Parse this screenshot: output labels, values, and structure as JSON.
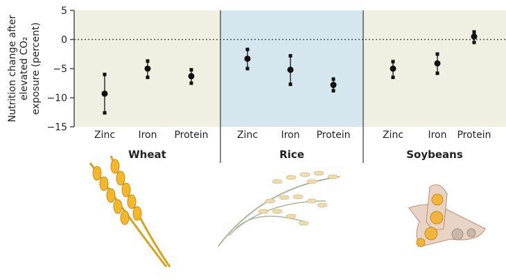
{
  "chart_data": {
    "type": "scatter",
    "ylabel_lines": [
      "Nutrition change after",
      "elevated CO₂",
      "exposure (percent)"
    ],
    "ylim": [
      -15,
      5
    ],
    "yticks": [
      "5",
      "0",
      "−5",
      "−10",
      "−15"
    ],
    "ytick_values": [
      5,
      0,
      -5,
      -10,
      -15
    ],
    "groups": [
      {
        "name": "Wheat",
        "color": "#f1eee2",
        "items": [
          {
            "label": "Zinc",
            "value": -9.3,
            "low": -12.6,
            "high": -6.0
          },
          {
            "label": "Iron",
            "value": -5.0,
            "low": -6.5,
            "high": -3.7
          },
          {
            "label": "Protein",
            "value": -6.3,
            "low": -7.5,
            "high": -5.2
          }
        ]
      },
      {
        "name": "Rice",
        "color": "#d5e6ef",
        "items": [
          {
            "label": "Zinc",
            "value": -3.3,
            "low": -5.0,
            "high": -1.7
          },
          {
            "label": "Iron",
            "value": -5.2,
            "low": -7.7,
            "high": -2.8
          },
          {
            "label": "Protein",
            "value": -7.8,
            "low": -8.8,
            "high": -6.8
          }
        ]
      },
      {
        "name": "Soybeans",
        "color": "#f1eee2",
        "items": [
          {
            "label": "Zinc",
            "value": -5.0,
            "low": -6.5,
            "high": -3.8
          },
          {
            "label": "Iron",
            "value": -4.1,
            "low": -5.8,
            "high": -2.5
          },
          {
            "label": "Protein",
            "value": 0.5,
            "low": -0.5,
            "high": 1.3
          }
        ]
      }
    ]
  }
}
